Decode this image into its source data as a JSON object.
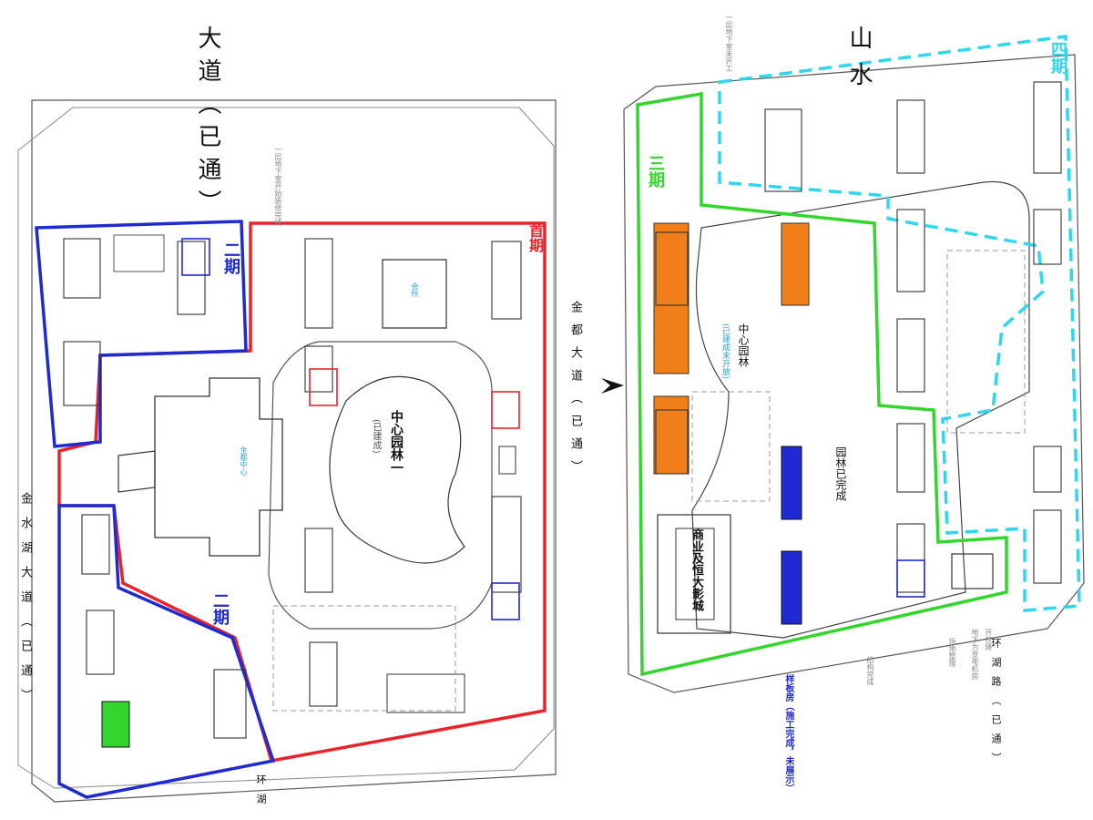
{
  "colors": {
    "phase1": "#e8232a",
    "phase2": "#1f2bd1",
    "phase3": "#33d62c",
    "phase4": "#2fd6ee",
    "orange": "#f07f1a",
    "road": "#555555",
    "building": "#333333",
    "gray_note": "#888888"
  },
  "roads": {
    "shanshui": "山水",
    "dadao": "大道（已通）",
    "jindu": "金都大道（已通）",
    "jinshui": "金水湖大道（已通）",
    "huanhu_right": "环湖路（已通）",
    "huanhu_left": "环湖"
  },
  "phases": {
    "p1": "首期",
    "p2a": "二期",
    "p2b": "二期",
    "p3": "三期",
    "p4": "四期"
  },
  "labels": {
    "central_garden_1": "中心园林一",
    "central_garden_1_sub": "(已建成)",
    "central_garden_2": "中心园林",
    "central_garden_2_sub": "(已建成未开放)",
    "garden_done": "园林已完成",
    "commercial": "商业及恒大影城",
    "sales_center": "金都中心",
    "clubhouse": "会所",
    "note_basement_1": "一层地下室开始装修完成",
    "note_basement_2": "一层地下室未开工",
    "note_structure": "结构完成",
    "note_substation": "地下为变电机房",
    "note_drop": "开挖降",
    "note_clear": "场地整理",
    "sample_room": "样板房（施工完成，未展示）"
  }
}
